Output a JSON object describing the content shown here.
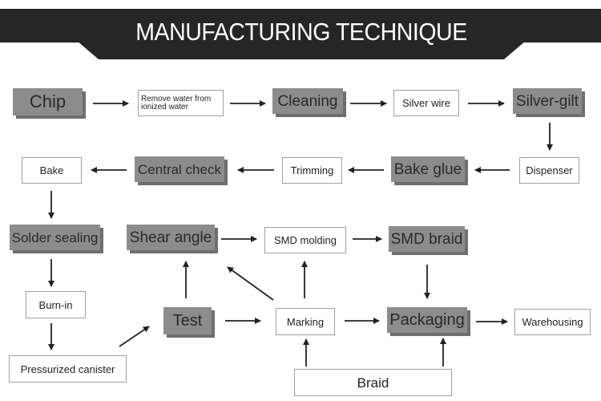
{
  "header": {
    "title": "MANUFACTURING TECHNIQUE"
  },
  "colors": {
    "banner": "#262626",
    "gray_node": "#8c8c8c",
    "gray_shadow": "#6f6f6f",
    "white_border": "#a0a0a0",
    "arrow": "#222222"
  },
  "nodes": {
    "chip": "Chip",
    "remove_water": "Remove water from ionized water",
    "cleaning": "Cleaning",
    "silver_wire": "Silver wire",
    "silver_gilt": "Silver-gilt",
    "dispenser": "Dispenser",
    "bake_glue": "Bake glue",
    "trimming": "Trimming",
    "central_check": "Central check",
    "bake": "Bake",
    "solder_sealing": "Solder sealing",
    "burn_in": "Burn-in",
    "pressurized_canister": "Pressurized canister",
    "test": "Test",
    "shear_angle": "Shear angle",
    "smd_molding": "SMD molding",
    "smd_braid": "SMD braid",
    "marking": "Marking",
    "packaging": "Packaging",
    "warehousing": "Warehousing",
    "braid": "Braid"
  },
  "flow": [
    [
      "Chip",
      "Remove water from ionized water"
    ],
    [
      "Remove water from ionized water",
      "Cleaning"
    ],
    [
      "Cleaning",
      "Silver wire"
    ],
    [
      "Silver wire",
      "Silver-gilt"
    ],
    [
      "Silver-gilt",
      "Dispenser"
    ],
    [
      "Dispenser",
      "Bake glue"
    ],
    [
      "Bake glue",
      "Trimming"
    ],
    [
      "Trimming",
      "Central check"
    ],
    [
      "Central check",
      "Bake"
    ],
    [
      "Bake",
      "Solder sealing"
    ],
    [
      "Solder sealing",
      "Burn-in"
    ],
    [
      "Burn-in",
      "Pressurized canister"
    ],
    [
      "Pressurized canister",
      "Test"
    ],
    [
      "Test",
      "Shear angle"
    ],
    [
      "Test",
      "Marking"
    ],
    [
      "Shear angle",
      "SMD molding"
    ],
    [
      "SMD molding",
      "SMD braid"
    ],
    [
      "SMD braid",
      "Packaging"
    ],
    [
      "Marking",
      "Shear angle"
    ],
    [
      "Marking",
      "SMD molding"
    ],
    [
      "Marking",
      "Packaging"
    ],
    [
      "Braid",
      "Marking"
    ],
    [
      "Braid",
      "Packaging"
    ],
    [
      "Packaging",
      "Warehousing"
    ]
  ]
}
